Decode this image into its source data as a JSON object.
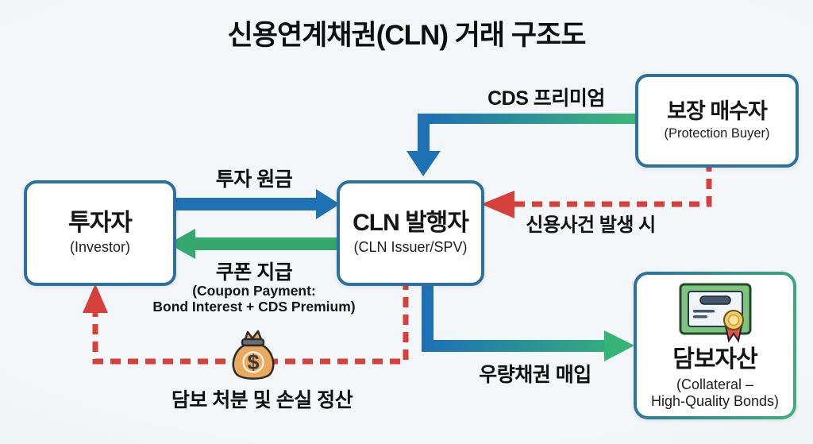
{
  "title": "신용연계채권(CLN) 거래 구조도",
  "nodes": {
    "investor": {
      "title": "투자자",
      "subtitle": "(Investor)"
    },
    "cln_issuer": {
      "title": "CLN 발행자",
      "subtitle": "(CLN Issuer/SPV)"
    },
    "protection_buyer": {
      "title": "보장 매수자",
      "subtitle": "(Protection Buyer)"
    },
    "collateral": {
      "title": "담보자산",
      "subtitle_line1": "(Collateral –",
      "subtitle_line2": "High-Quality Bonds)"
    }
  },
  "flows": {
    "investment_principal": {
      "label": "투자 원금",
      "direction": "investor → CLN issuer"
    },
    "coupon_payment": {
      "label": "쿠폰 지급",
      "sublabel_line1": "(Coupon Payment:",
      "sublabel_line2": "Bond Interest + CDS Premium)",
      "direction": "CLN issuer → investor"
    },
    "cds_premium": {
      "label": "CDS 프리미엄",
      "direction": "protection buyer → CLN issuer"
    },
    "credit_event": {
      "label": "신용사건 발생 시",
      "direction": "protection buyer → CLN issuer",
      "style": "red-dashed"
    },
    "bond_purchase": {
      "label": "우량채권 매입",
      "direction": "CLN issuer → collateral"
    },
    "collateral_settlement": {
      "label": "담보 처분 및 손실 정산",
      "direction": "CLN issuer → investor",
      "style": "red-dashed"
    }
  },
  "icons": {
    "certificate": "certificate-icon",
    "money_bag": "money-bag-icon",
    "money_bag_symbol": "$"
  },
  "colors": {
    "arrow_blue": "#1e72b4",
    "arrow_green": "#35a86d",
    "arrow_red": "#d6403a",
    "box_border_blue": "#2d6f9f",
    "box_border_green": "#3fae7c",
    "background": "#eef3f6"
  }
}
